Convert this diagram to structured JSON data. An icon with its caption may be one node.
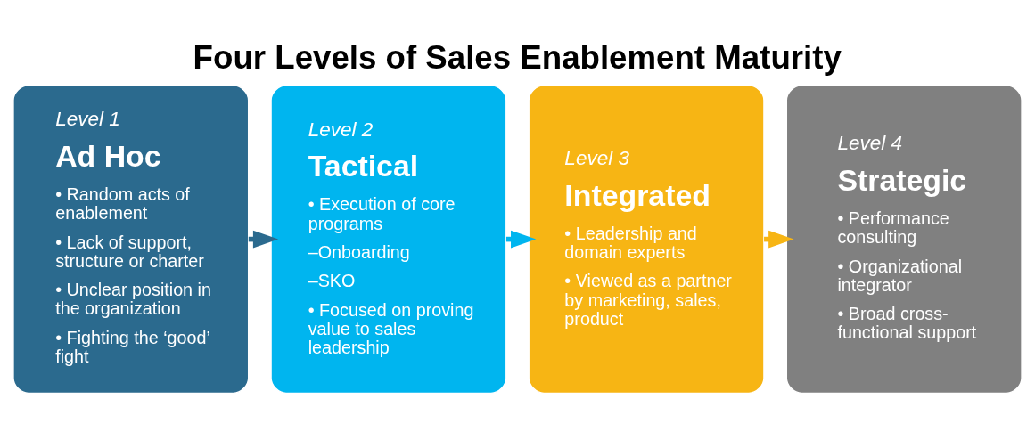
{
  "diagram": {
    "title": "Four Levels of Sales Enablement Maturity",
    "nodes": [
      {
        "text": [
          "Level 1",
          "Ad Hoc",
          "• Random acts of enablement",
          "• Lack of support, structure or charter",
          "• Unclear position in the organization",
          "• Fighting the ‘good’ fight"
        ]
      },
      {
        "text": [
          "Level 2",
          "Tactical",
          "• Execution of core programs",
          "–Onboarding",
          "–SKO",
          "• Focused on proving value to sales leadership"
        ]
      },
      {
        "text": [
          "Level 3",
          "Integrated",
          "• Leadership and domain experts",
          "• Viewed as a partner by marketing, sales, product"
        ]
      },
      {
        "text": [
          "Level 4",
          "Strategic",
          "• Performance consulting",
          "• Organizational integrator",
          "• Broad cross-functional support"
        ]
      }
    ],
    "edges": [
      {
        "from": 0,
        "to": 1,
        "arrow": "to",
        "color": "#2b6a8e"
      },
      {
        "from": 1,
        "to": 2,
        "arrow": "to",
        "color": "#00b5ef"
      },
      {
        "from": 2,
        "to": 3,
        "arrow": "to",
        "color": "#f7b514"
      }
    ]
  }
}
